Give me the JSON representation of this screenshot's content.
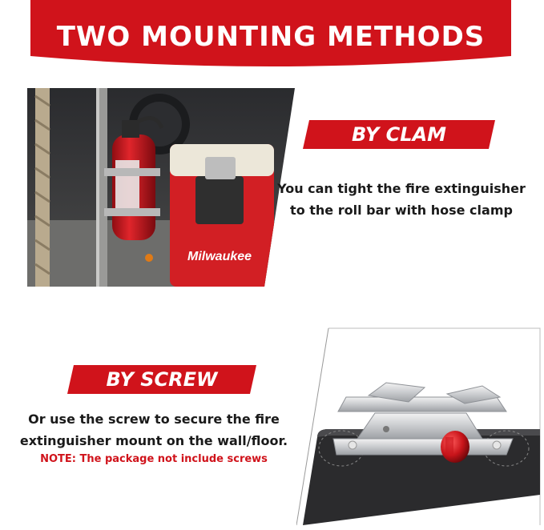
{
  "header": {
    "title": "TWO MOUNTING METHODS"
  },
  "clamp_section": {
    "banner": "BY CLAM",
    "line1": "You can tight the fire extinguisher",
    "line2": "to the roll bar with hose clamp"
  },
  "screw_section": {
    "banner": "BY SCREW",
    "line1": "Or use the screw to secure the fire",
    "line2": "extinguisher mount on the wall/floor.",
    "note_label": "NOTE:",
    "note_text": " The package not  include screws"
  },
  "photo": {
    "cooler_brand": "Milwaukee"
  },
  "colors": {
    "brand_red": "#d0131b",
    "text_dark": "#1a1a1a"
  }
}
